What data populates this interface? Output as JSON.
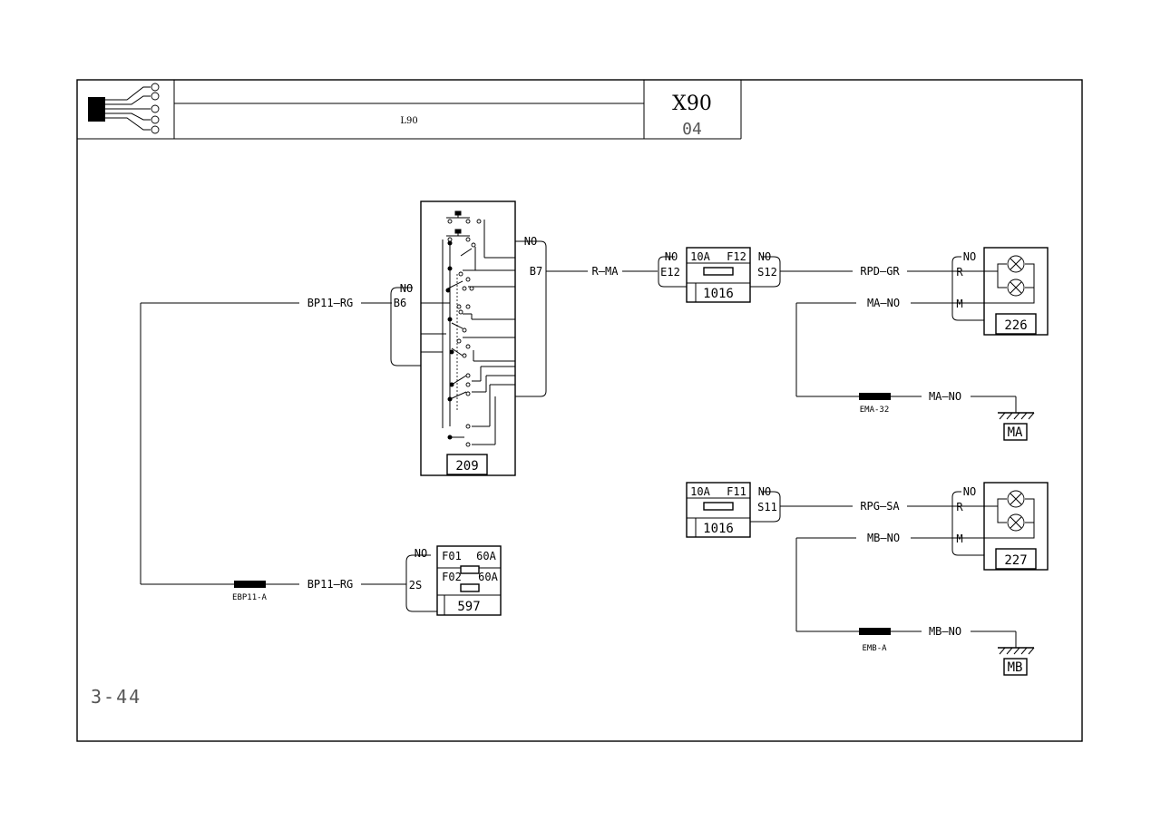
{
  "title_block": {
    "model": "X90",
    "sheet": "04",
    "line1": "",
    "line2": "L90"
  },
  "page_number": "3-44",
  "components": {
    "switch_209": {
      "id": "209",
      "pin_left": "B6",
      "pin_right": "B7",
      "no_left": "NO",
      "no_right": "NO"
    },
    "fuse_f12": {
      "id": "1016",
      "rating": "10A",
      "fuse": "F12",
      "in_pin": "E12",
      "out_pin": "S12",
      "no_in": "NO",
      "no_out": "NO"
    },
    "fuse_f11": {
      "id": "1016",
      "rating": "10A",
      "fuse": "F11",
      "out_pin": "S11",
      "no_out": "NO"
    },
    "fuse_597": {
      "id": "597",
      "fuse1": "F01",
      "rating1": "60A",
      "fuse2": "F02",
      "rating2": "60A",
      "pin": "2S",
      "no": "NO"
    },
    "lamp_226": {
      "id": "226",
      "pin_r": "R",
      "pin_m": "M",
      "no": "NO"
    },
    "lamp_227": {
      "id": "227",
      "pin_r": "R",
      "pin_m": "M",
      "no": "NO"
    }
  },
  "wires": {
    "bp11_top": "BP11—RG",
    "bp11_bottom": "BP11—RG",
    "r_ma": "R—MA",
    "rpd_gr": "RPD—GR",
    "ma_no_top": "MA—NO",
    "ma_no_ground": "MA—NO",
    "rpg_sa": "RPG—SA",
    "mb_no_top": "MB—NO",
    "mb_no_ground": "MB—NO"
  },
  "splices": {
    "ebp11": "EBP11-A",
    "ema": "EMA-32",
    "emb": "EMB-A"
  },
  "grounds": {
    "ma": "MA",
    "mb": "MB"
  }
}
